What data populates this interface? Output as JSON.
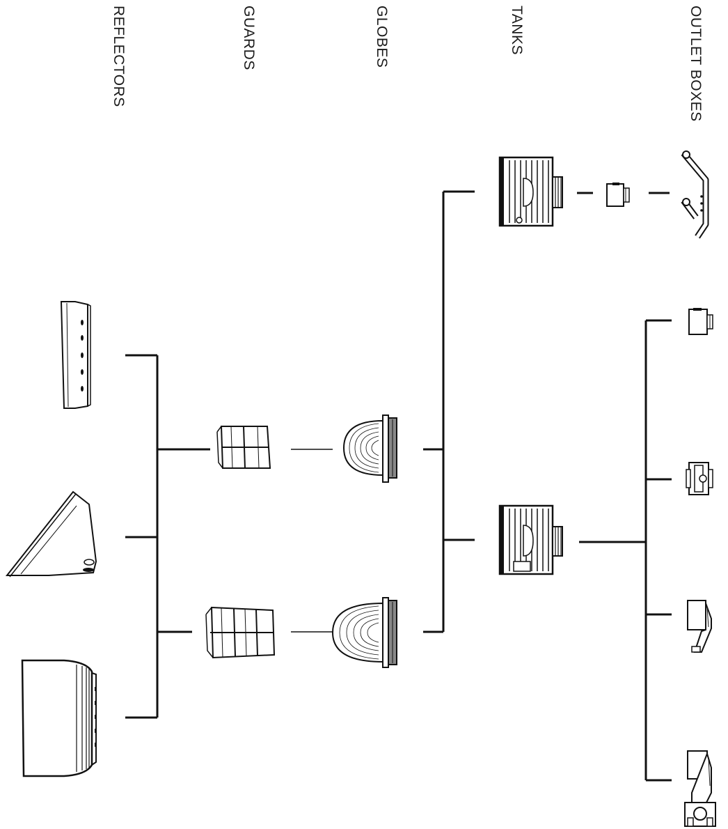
{
  "columns": {
    "reflectors": "REFLECTORS",
    "guards": "GUARDS",
    "globes": "GLOBES",
    "tanks": "TANKS",
    "outlet_boxes": "OUTLET BOXES"
  },
  "colors": {
    "ink": "#111111",
    "background": "#ffffff"
  },
  "parts": {
    "reflectors": [
      "shallow-dome-reflector-icon",
      "angle-reflector-icon",
      "deep-bowl-reflector-icon"
    ],
    "guards": [
      "small-guard-icon",
      "large-guard-icon"
    ],
    "globes": [
      "small-globe-icon",
      "large-globe-icon"
    ],
    "tanks": [
      "upper-tank-icon",
      "lower-tank-icon"
    ],
    "outlet_boxes": [
      "bracket-mount-icon",
      "coupling-icon",
      "round-box-icon",
      "angle-box-icon",
      "tee-box-icon",
      "pendant-box-icon"
    ]
  }
}
